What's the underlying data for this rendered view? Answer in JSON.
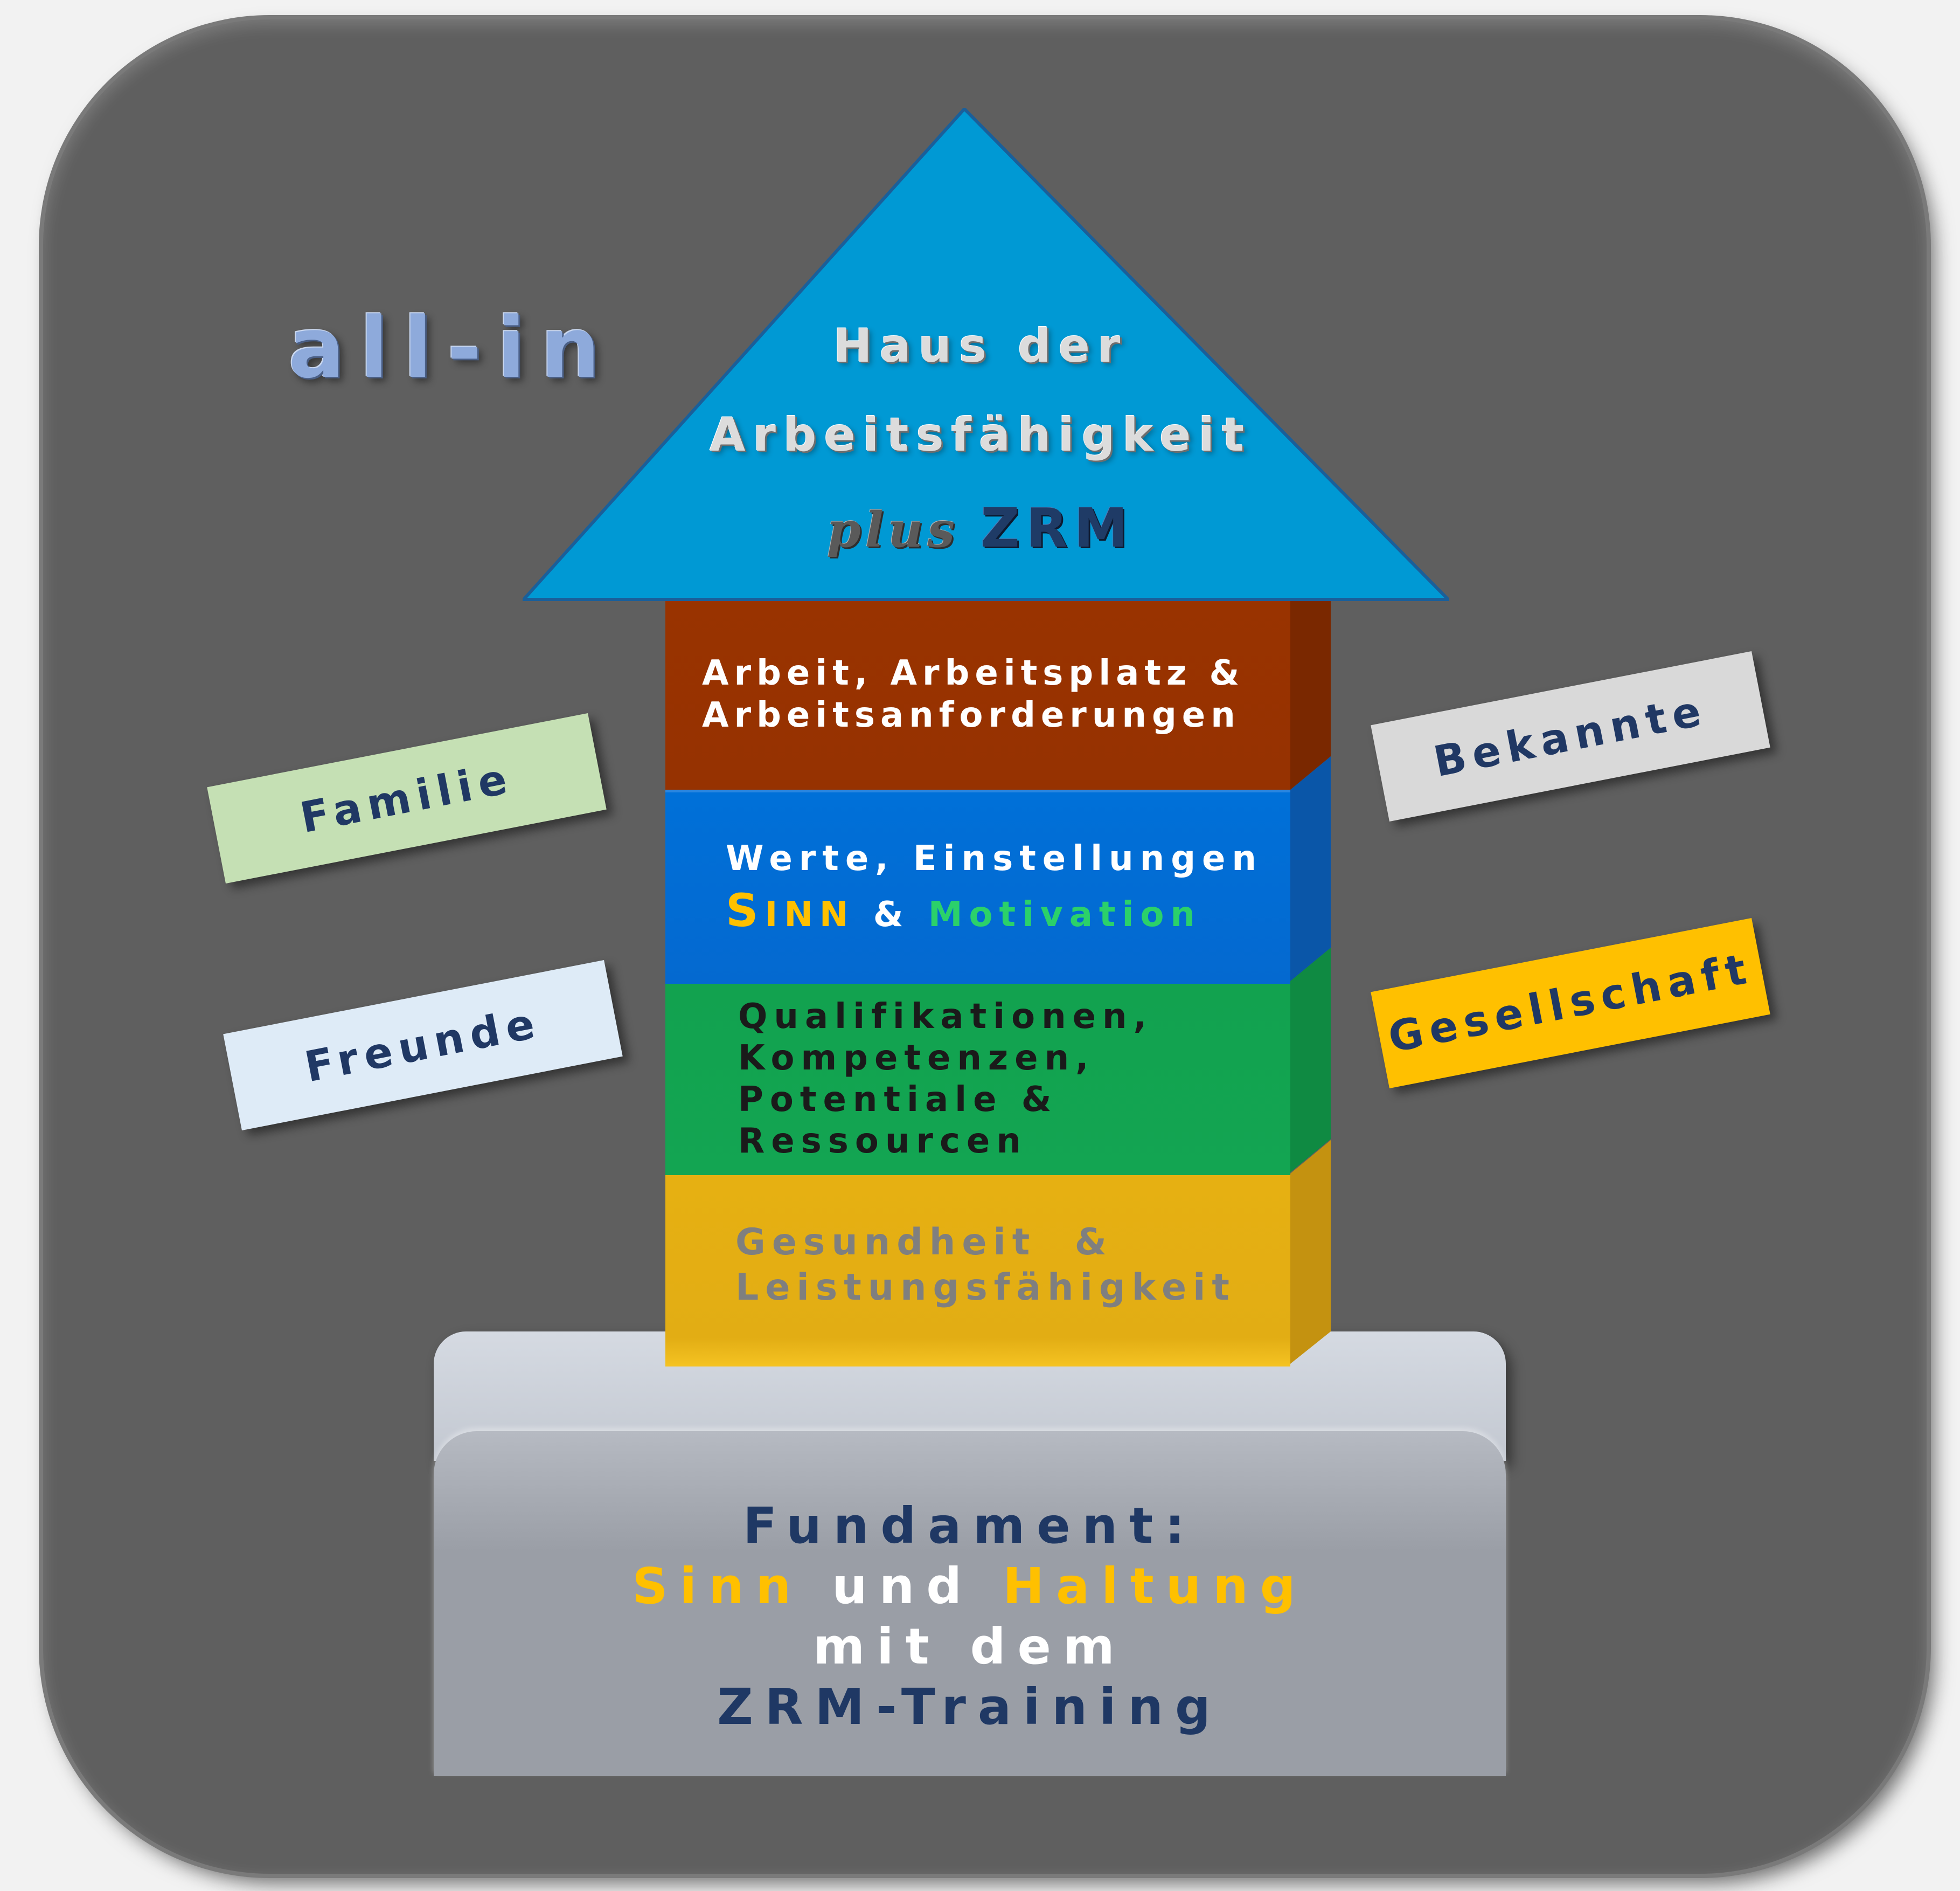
{
  "title": "all-in",
  "roof": {
    "line1": "Haus der",
    "line2": "Arbeitsfähigkeit",
    "plus": "plus",
    "zrm": "ZRM",
    "color": "#0099d4"
  },
  "blocks": {
    "work": {
      "line1": "Arbeit, Arbeitsplatz &",
      "line2": "Arbeitsanforderungen",
      "color": "#993300"
    },
    "values": {
      "line1": "Werte, Einstellungen",
      "sinn_initial": "S",
      "sinn_rest": "INN",
      "amp": "&",
      "motivation": "Motivation",
      "color": "#0070d8"
    },
    "skills": {
      "line1": "Qualifikationen,",
      "line2": "Kompetenzen,",
      "line3": "Potentiale &",
      "line4": "Ressourcen",
      "color": "#12a24f"
    },
    "health": {
      "line1": "Gesundheit  &",
      "line2": "Leistungsfähigkeit",
      "color": "#e6b012"
    }
  },
  "foundation": {
    "line1": "Fundament:",
    "sinn": "Sinn",
    "und": "und",
    "haltung": "Haltung",
    "line3": "mit dem",
    "line4": "ZRM-Training"
  },
  "labels": {
    "familie": "Familie",
    "freunde": "Freunde",
    "bekannte": "Bekannte",
    "gesellschaft": "Gesellschaft"
  },
  "colors": {
    "background": "#5f5f5f",
    "navy": "#1f3864",
    "gold": "#ffc000",
    "familie": "#c5e0b4",
    "freunde": "#deebf7",
    "bekannte": "#d9d9d9",
    "gesellschaft": "#ffc000"
  }
}
